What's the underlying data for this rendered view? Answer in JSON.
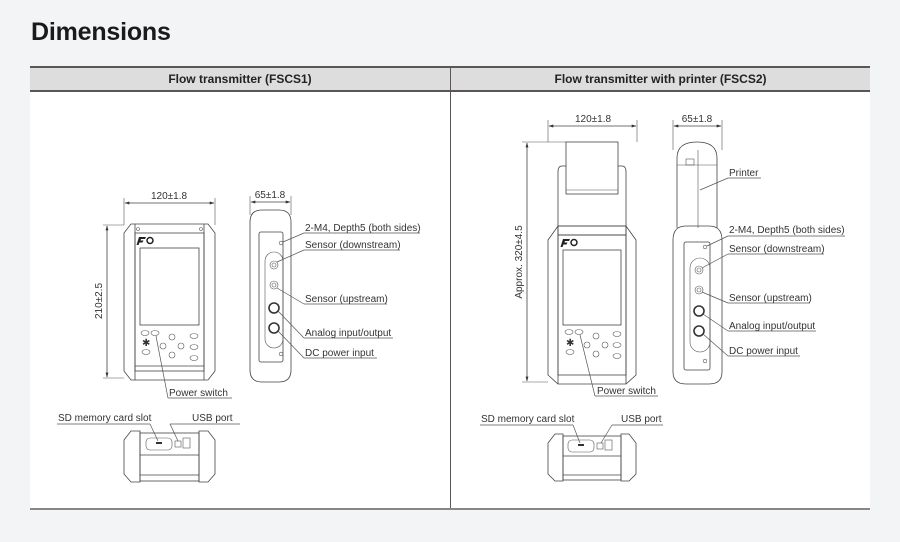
{
  "page": {
    "title": "Dimensions"
  },
  "columns": [
    {
      "header": "Flow transmitter (FSCS1)",
      "front_view": {
        "width_dim": "120±1.8",
        "height_dim": "210±2.5",
        "power_switch": "Power switch"
      },
      "side_view": {
        "width_dim": "65±1.8",
        "labels": [
          "2-M4, Depth5 (both sides)",
          "Sensor (downstream)",
          "Sensor (upstream)",
          "Analog input/output",
          "DC power input"
        ]
      },
      "bottom_view": {
        "sd_slot": "SD memory card slot",
        "usb_port": "USB port"
      }
    },
    {
      "header": "Flow transmitter with printer (FSCS2)",
      "front_view": {
        "width_dim": "120±1.8",
        "height_dim": "Approx. 320±4.5",
        "power_switch": "Power switch"
      },
      "side_view": {
        "width_dim": "65±1.8",
        "printer": "Printer",
        "labels": [
          "2-M4, Depth5 (both sides)",
          "Sensor (downstream)",
          "Sensor (upstream)",
          "Analog input/output",
          "DC power input"
        ]
      },
      "bottom_view": {
        "sd_slot": "SD memory card slot",
        "usb_port": "USB port"
      }
    }
  ],
  "colors": {
    "header_bg": "#dcdddc",
    "border": "#5a5556",
    "page_bg": "#f3f4f6"
  }
}
